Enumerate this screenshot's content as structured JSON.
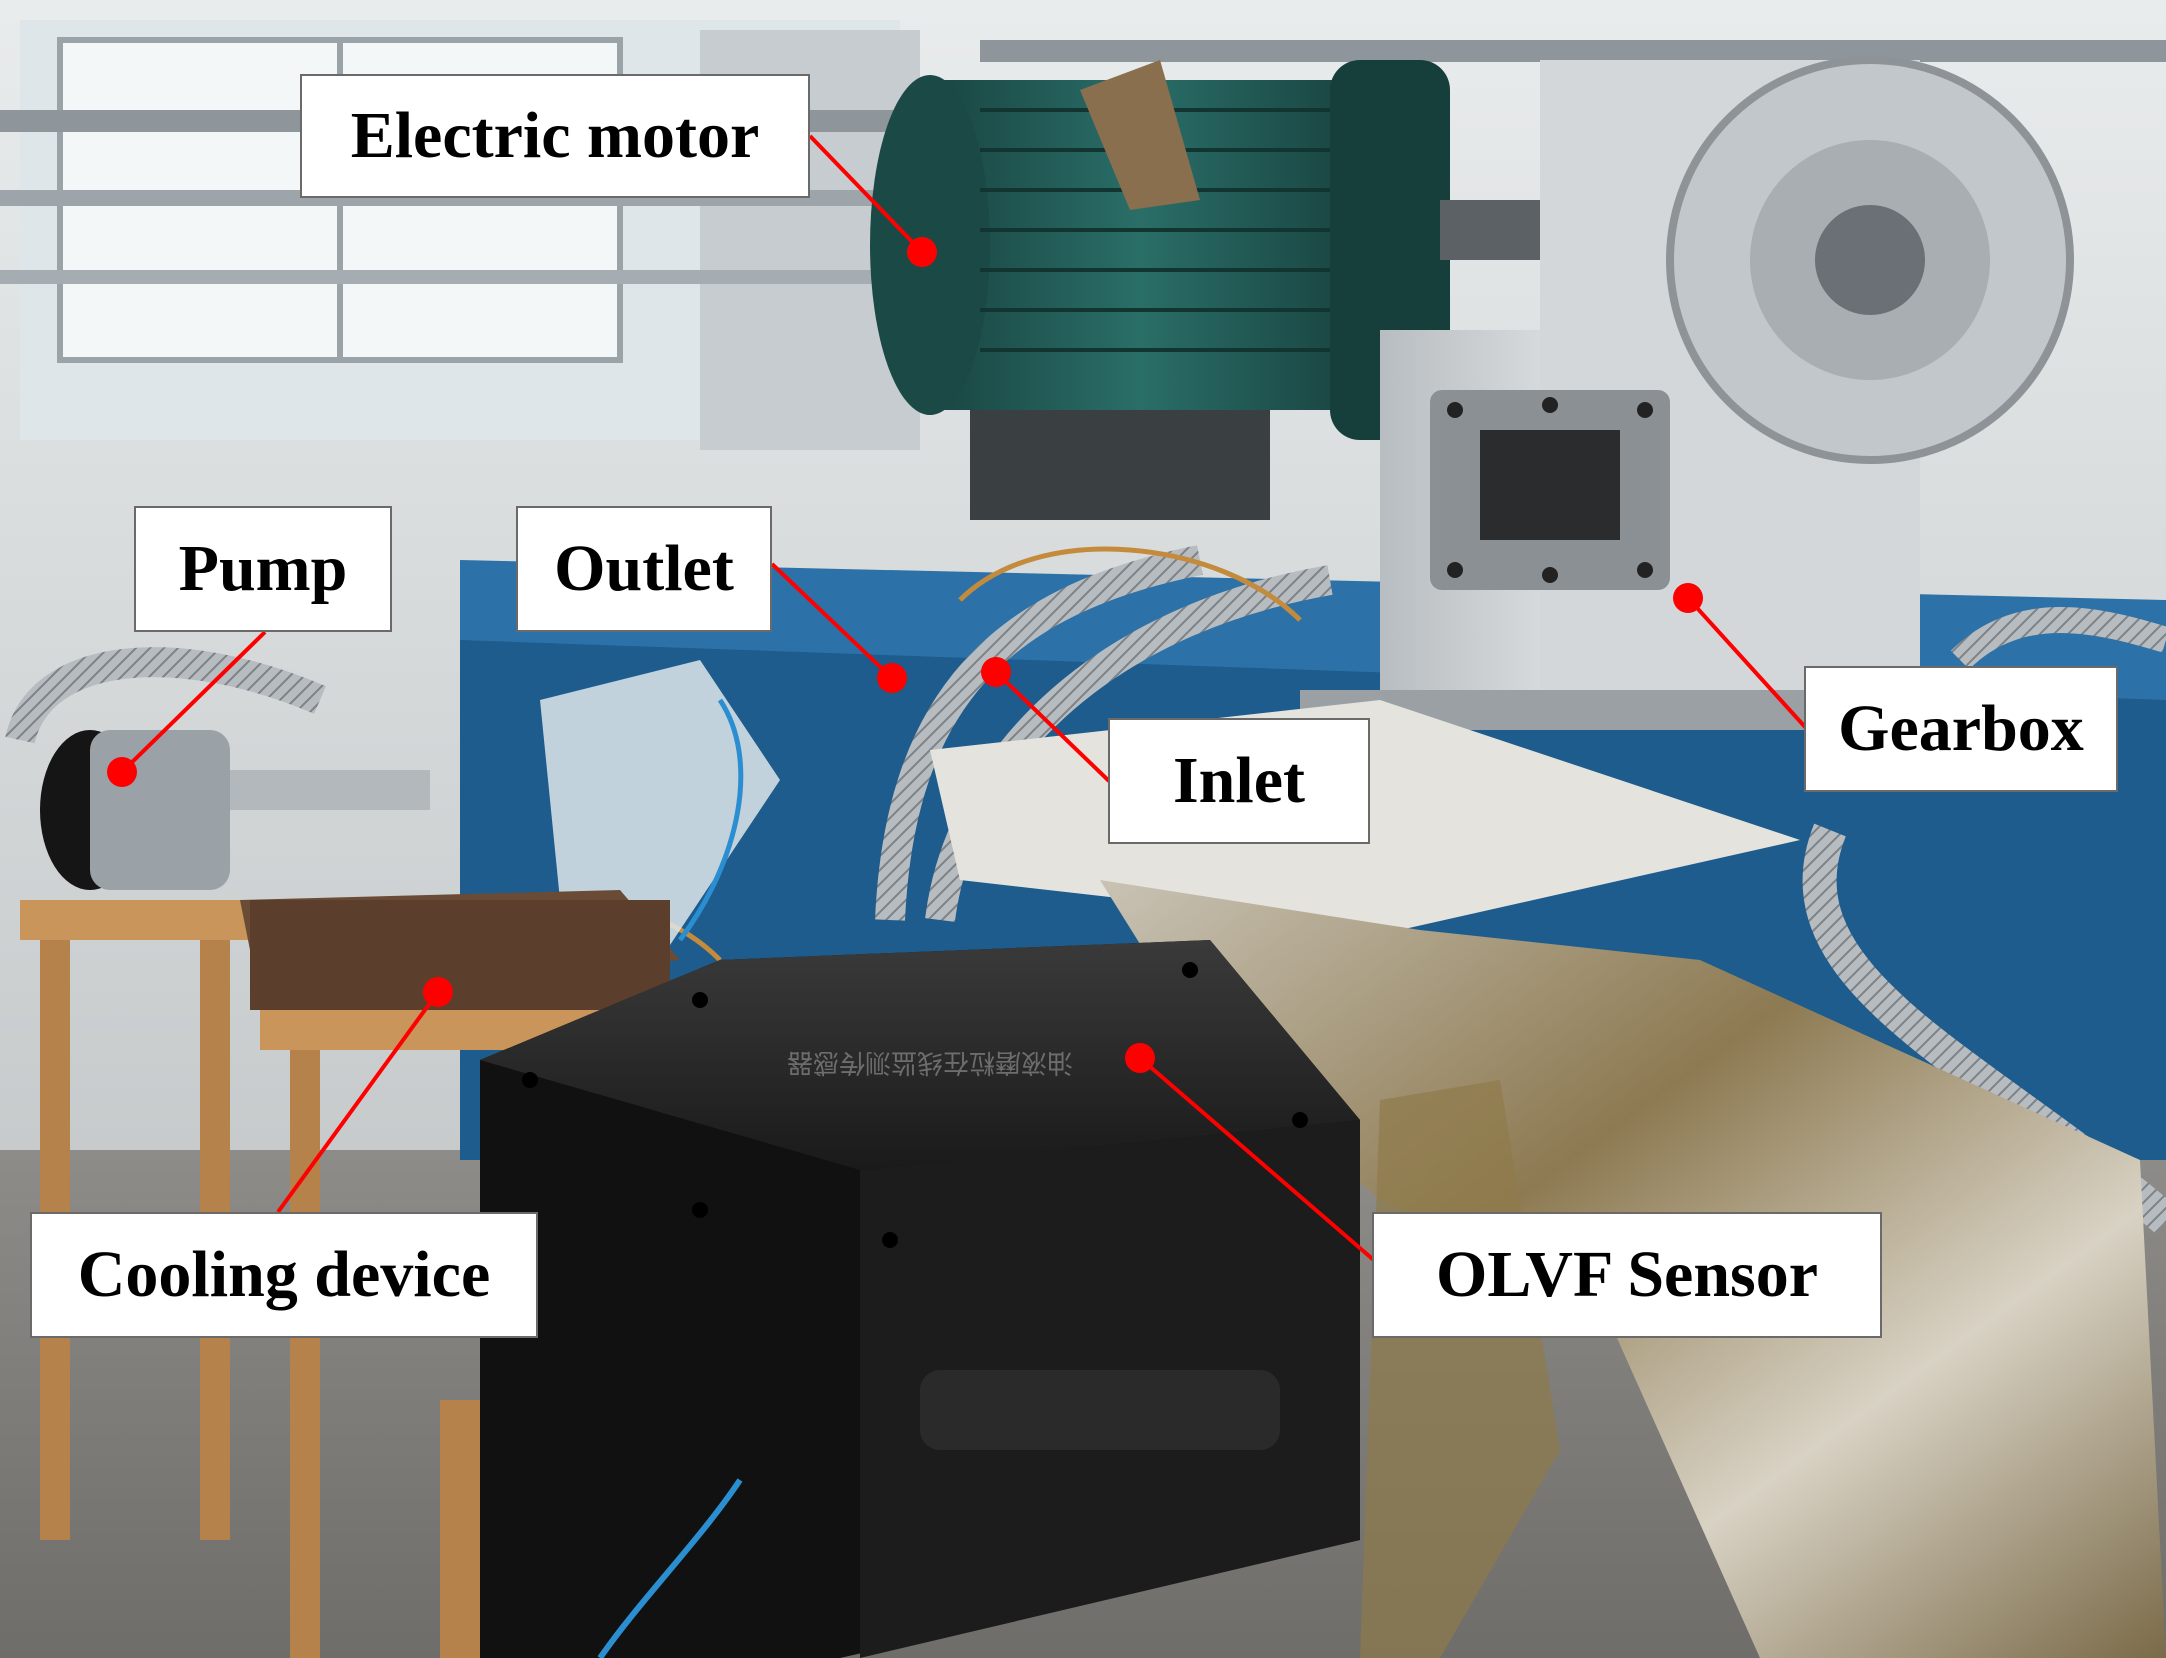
{
  "labels": {
    "electric_motor": "Electric motor",
    "pump": "Pump",
    "outlet": "Outlet",
    "inlet": "Inlet",
    "gearbox": "Gearbox",
    "cooling_device": "Cooling device",
    "olvf_sensor": "OLVF Sensor"
  },
  "sensor_lid_text": "油液磨粒在线监测传感器",
  "colors": {
    "callout_leader": "#ff0000",
    "callout_background": "#ffffff",
    "callout_text": "#000000",
    "motor": "#1f5a55",
    "sensor_box": "#141414",
    "test_bench": "#1d5c8c",
    "gearbox": "#cfd3d6"
  }
}
